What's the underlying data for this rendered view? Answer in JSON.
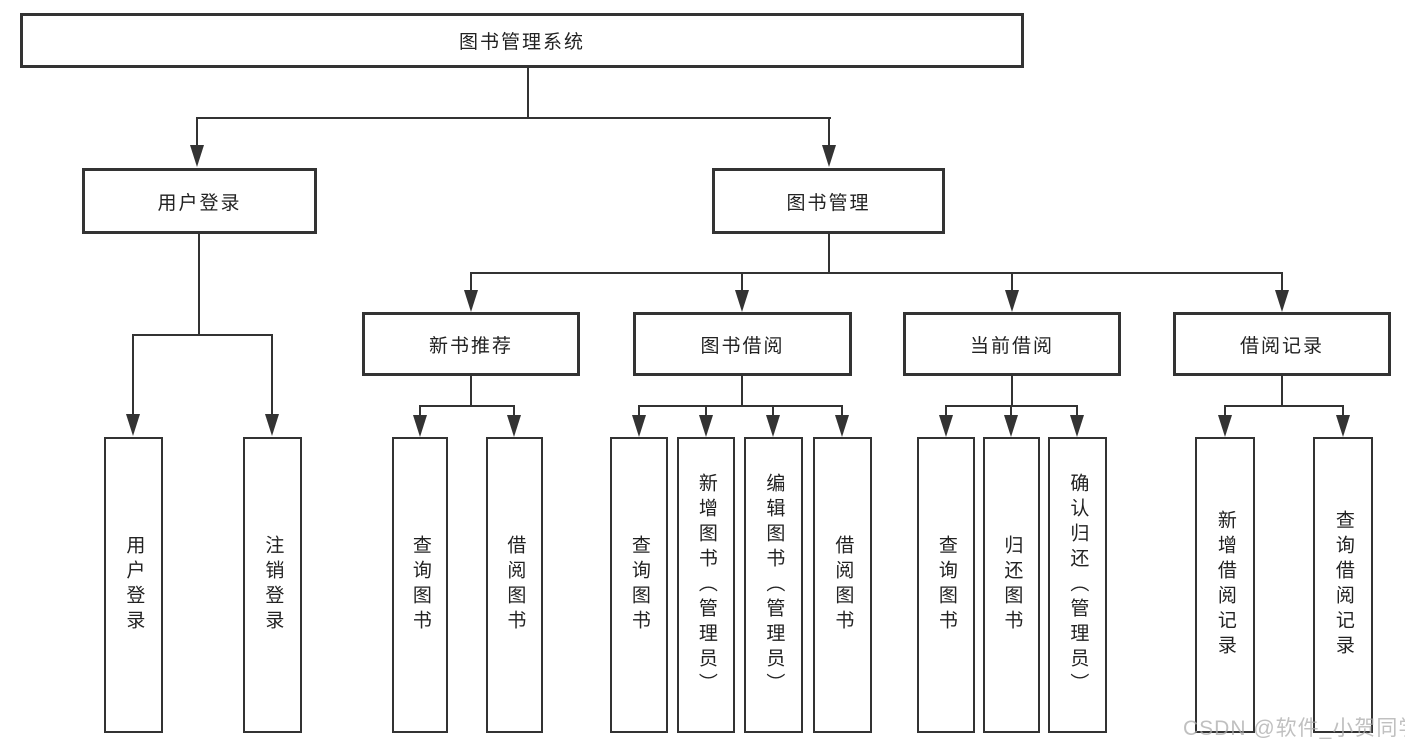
{
  "diagram": {
    "root": "图书管理系统",
    "level2": [
      "用户登录",
      "图书管理"
    ],
    "level3": [
      "新书推荐",
      "图书借阅",
      "当前借阅",
      "借阅记录"
    ],
    "leaves": {
      "login": [
        "用户登录",
        "注销登录"
      ],
      "recommend": [
        "查询图书",
        "借阅图书"
      ],
      "borrow": [
        "查询图书",
        "新增图书（管理员）",
        "编辑图书（管理员）",
        "借阅图书"
      ],
      "current": [
        "查询图书",
        "归还图书",
        "确认归还（管理员）"
      ],
      "records": [
        "新增借阅记录",
        "查询借阅记录"
      ]
    }
  },
  "watermark": {
    "text": "CSDN @软件_小贺同学"
  },
  "colors": {
    "line": "#333333",
    "text": "#222222",
    "background": "#ffffff",
    "watermark": "#ababab"
  }
}
